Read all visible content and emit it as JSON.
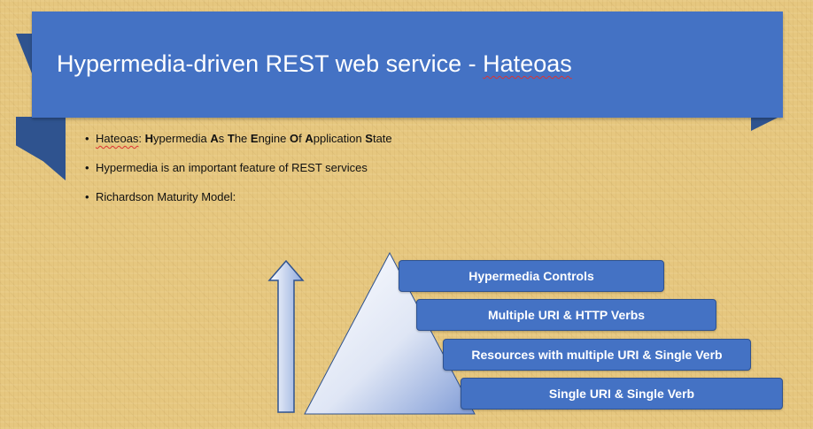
{
  "slide": {
    "title_main": "Hypermedia-driven REST web service - ",
    "title_highlight": "Hateoas",
    "bullets": {
      "b1": {
        "term": "Hateoas",
        "sep": ": ",
        "h1": "H",
        "t1": "ypermedia ",
        "h2": "A",
        "t2": "s ",
        "h3": "T",
        "t3": "he ",
        "h4": "E",
        "t4": "ngine ",
        "h5": "O",
        "t5": "f ",
        "h6": "A",
        "t6": "pplication ",
        "h7": "S",
        "t7": "tate"
      },
      "b2": "Hypermedia is an important feature of REST services",
      "b3": "Richardson Maturity Model:"
    },
    "maturity_levels": [
      "Hypermedia Controls",
      "Multiple URI & HTTP Verbs",
      "Resources with multiple URI & Single Verb",
      "Single URI & Single Verb"
    ],
    "colors": {
      "banner": "#4472c4",
      "banner_dark": "#2f538f",
      "background": "#e6c77f",
      "step_fill": "#4472c4"
    },
    "icons": [
      "up-arrow-icon",
      "pyramid-triangle"
    ]
  }
}
